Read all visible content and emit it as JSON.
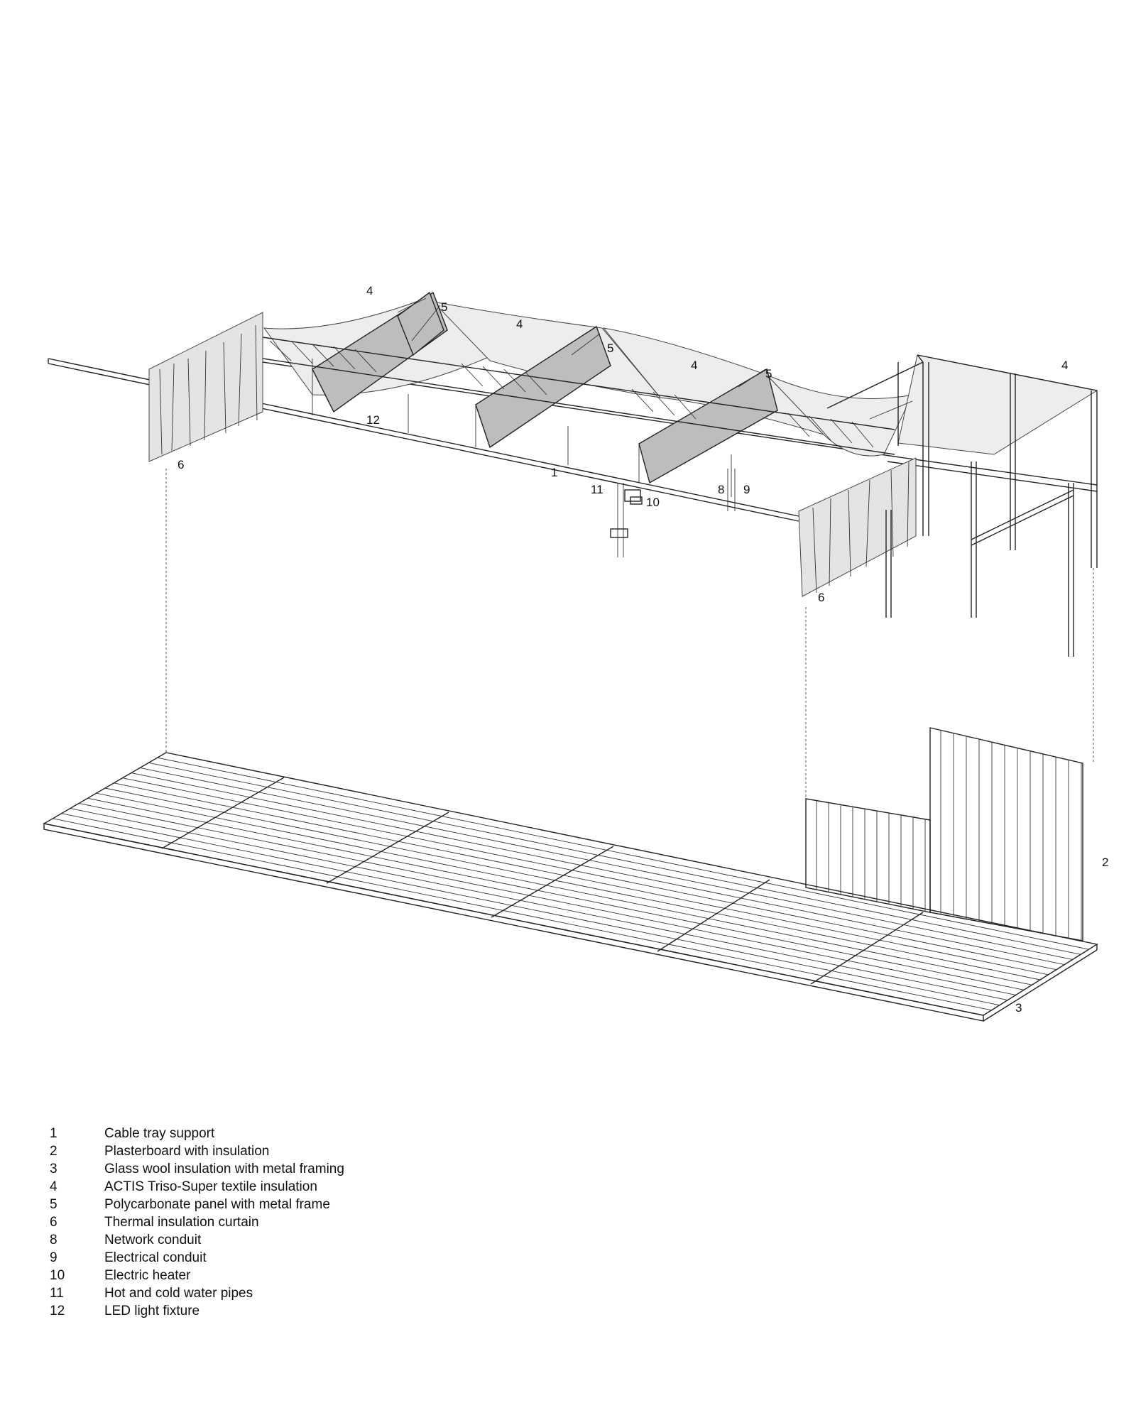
{
  "callouts": {
    "cable_tray": "1",
    "plasterboard": "2",
    "glass_wool": "3",
    "textile_1": "4",
    "textile_2": "4",
    "textile_3": "4",
    "textile_4": "4",
    "polycarbonate_1": "5",
    "polycarbonate_2": "5",
    "polycarbonate_3": "5",
    "curtain_left": "6",
    "curtain_right": "6",
    "network_conduit": "8",
    "electrical_conduit": "9",
    "electric_heater": "10",
    "water_pipes": "11",
    "led_fixture": "12"
  },
  "legend": [
    {
      "num": "1",
      "text": "Cable tray support"
    },
    {
      "num": "2",
      "text": "Plasterboard with insulation"
    },
    {
      "num": "3",
      "text": "Glass wool insulation with metal framing"
    },
    {
      "num": "4",
      "text": "ACTIS Triso-Super textile insulation"
    },
    {
      "num": "5",
      "text": "Polycarbonate panel with metal frame"
    },
    {
      "num": "6",
      "text": "Thermal insulation curtain"
    },
    {
      "num": "8",
      "text": "Network conduit"
    },
    {
      "num": "9",
      "text": "Electrical conduit"
    },
    {
      "num": "10",
      "text": "Electric heater"
    },
    {
      "num": "11",
      "text": "Hot and cold water pipes"
    },
    {
      "num": "12",
      "text": "LED light fixture"
    }
  ]
}
